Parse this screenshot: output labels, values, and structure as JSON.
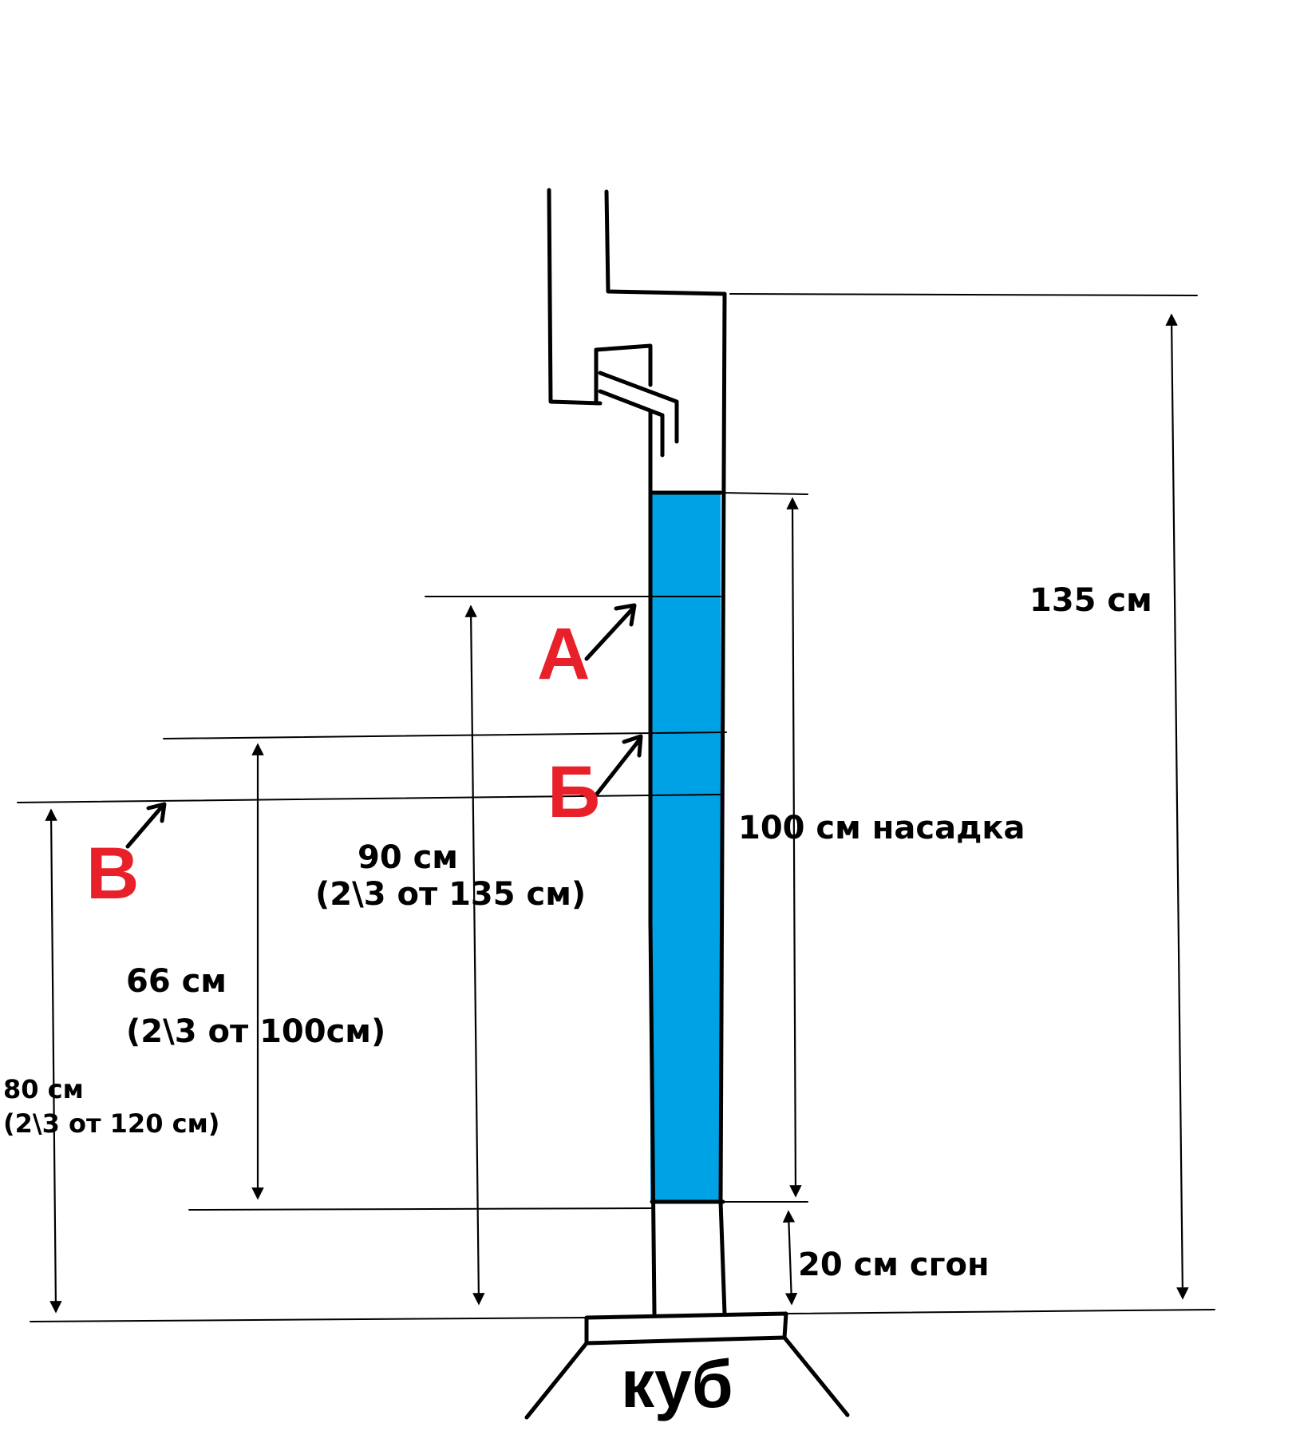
{
  "colors": {
    "packing": "#00A2E6",
    "marker": "#E8202A",
    "ink": "#000000",
    "background": "#FFFFFF"
  },
  "markers": {
    "a": "А",
    "b": "Б",
    "v": "В"
  },
  "dimensions": {
    "total": "135 см",
    "packing": "100 см насадка",
    "drive": "20 см сгон",
    "ninety": "90 см",
    "ninety_note": "(2\\3 от 135 см)",
    "sixty_six": "66 см",
    "sixty_six_note": "(2\\3 от 100см)",
    "eighty": "80 см",
    "eighty_note": "(2\\3 от 120 см)"
  },
  "labels": {
    "cube": "куб"
  }
}
